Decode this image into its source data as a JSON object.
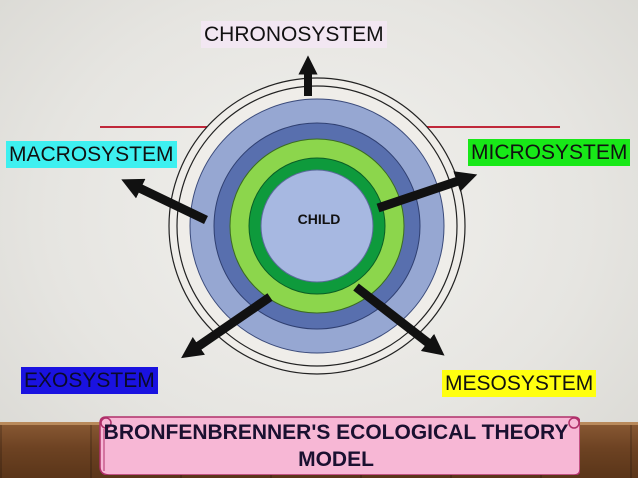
{
  "labels": {
    "chronosystem": "CHRONOSYSTEM",
    "macrosystem": "MACROSYSTEM",
    "microsystem": "MICROSYSTEM",
    "exosystem": "EXOSYSTEM",
    "mesosystem": "MESOSYSTEM",
    "child": "CHILD"
  },
  "banner": {
    "title": "BRONFENBRENNER'S ECOLOGICAL THEORY MODEL"
  },
  "colors": {
    "chronosystem_bg": "#f2e7f2",
    "macrosystem_bg": "#3ef0f0",
    "microsystem_bg": "#18e818",
    "exosystem_bg": "#1a12e0",
    "mesosystem_bg": "#ffff10",
    "outer_ring": "#efede9",
    "exo_ring": "#96a7d2",
    "meso_ring": "#586fae",
    "micro_ring_light": "#8cd64c",
    "micro_ring_dark": "#0e9a3c",
    "child_core": "#a7b8e1",
    "banner": "#f7b7d5"
  }
}
